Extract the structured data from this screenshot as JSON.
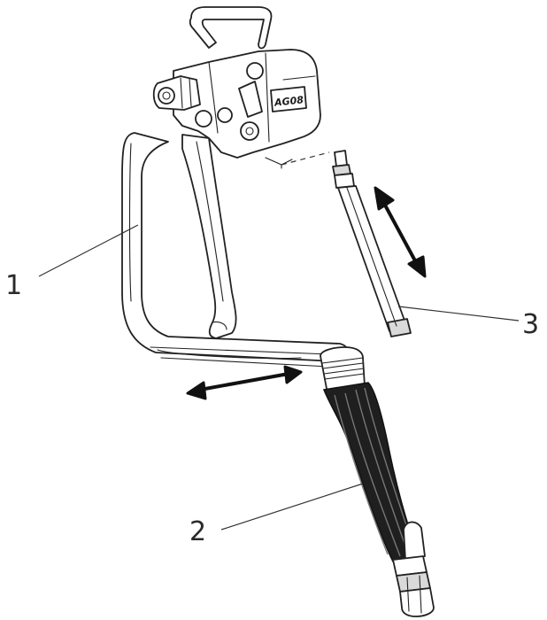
{
  "diagram": {
    "callouts": [
      {
        "id": "1",
        "label": "1"
      },
      {
        "id": "2",
        "label": "2"
      },
      {
        "id": "3",
        "label": "3"
      }
    ],
    "badge_text": "AG08",
    "colors": {
      "outline": "#222222",
      "grip": "#1f1f1f",
      "shading": "#d9d9d9",
      "background": "#ffffff"
    },
    "icons": [
      "double-arrow-vertical-icon",
      "double-arrow-horizontal-icon"
    ]
  }
}
